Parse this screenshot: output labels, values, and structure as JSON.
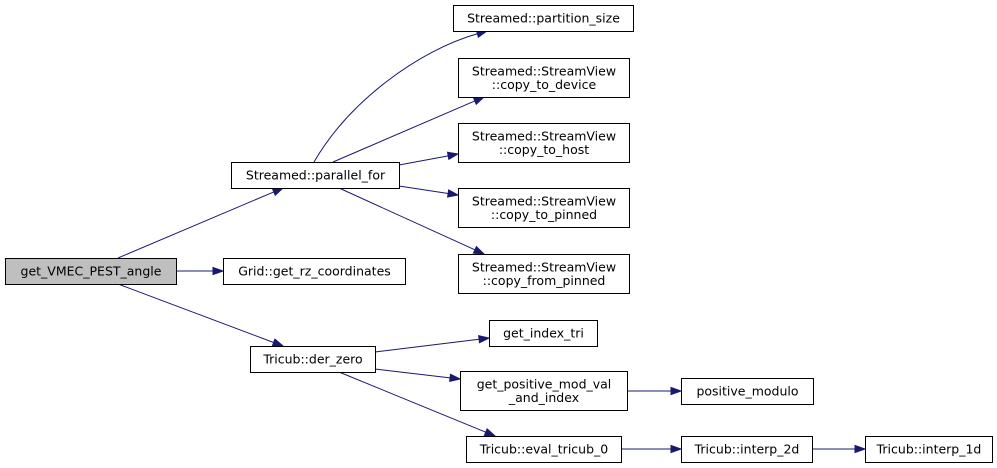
{
  "graph": {
    "edge_color": "#191970",
    "root_fill": "#bfbfbf",
    "nodes": {
      "root": {
        "lines": [
          "get_VMEC_PEST_angle"
        ],
        "root": true
      },
      "parallel_for": {
        "lines": [
          "Streamed::parallel_for"
        ]
      },
      "partition_size": {
        "lines": [
          "Streamed::partition_size"
        ]
      },
      "copy_to_device": {
        "lines": [
          "Streamed::StreamView",
          "::copy_to_device"
        ]
      },
      "copy_to_host": {
        "lines": [
          "Streamed::StreamView",
          "::copy_to_host"
        ]
      },
      "copy_to_pinned": {
        "lines": [
          "Streamed::StreamView",
          "::copy_to_pinned"
        ]
      },
      "copy_from_pinned": {
        "lines": [
          "Streamed::StreamView",
          "::copy_from_pinned"
        ]
      },
      "get_rz_coordinates": {
        "lines": [
          "Grid::get_rz_coordinates"
        ]
      },
      "der_zero": {
        "lines": [
          "Tricub::der_zero"
        ]
      },
      "get_index_tri": {
        "lines": [
          "get_index_tri"
        ]
      },
      "get_positive_mod_val_and_index": {
        "lines": [
          "get_positive_mod_val",
          "_and_index"
        ]
      },
      "positive_modulo": {
        "lines": [
          "positive_modulo"
        ]
      },
      "eval_tricub_0": {
        "lines": [
          "Tricub::eval_tricub_0"
        ]
      },
      "interp_2d": {
        "lines": [
          "Tricub::interp_2d"
        ]
      },
      "interp_1d": {
        "lines": [
          "Tricub::interp_1d"
        ]
      }
    },
    "edges": [
      [
        "root",
        "parallel_for"
      ],
      [
        "root",
        "get_rz_coordinates"
      ],
      [
        "root",
        "der_zero"
      ],
      [
        "parallel_for",
        "partition_size"
      ],
      [
        "parallel_for",
        "copy_to_device"
      ],
      [
        "parallel_for",
        "copy_to_host"
      ],
      [
        "parallel_for",
        "copy_to_pinned"
      ],
      [
        "parallel_for",
        "copy_from_pinned"
      ],
      [
        "der_zero",
        "get_index_tri"
      ],
      [
        "der_zero",
        "get_positive_mod_val_and_index"
      ],
      [
        "der_zero",
        "eval_tricub_0"
      ],
      [
        "get_positive_mod_val_and_index",
        "positive_modulo"
      ],
      [
        "eval_tricub_0",
        "interp_2d"
      ],
      [
        "interp_2d",
        "interp_1d"
      ]
    ]
  }
}
